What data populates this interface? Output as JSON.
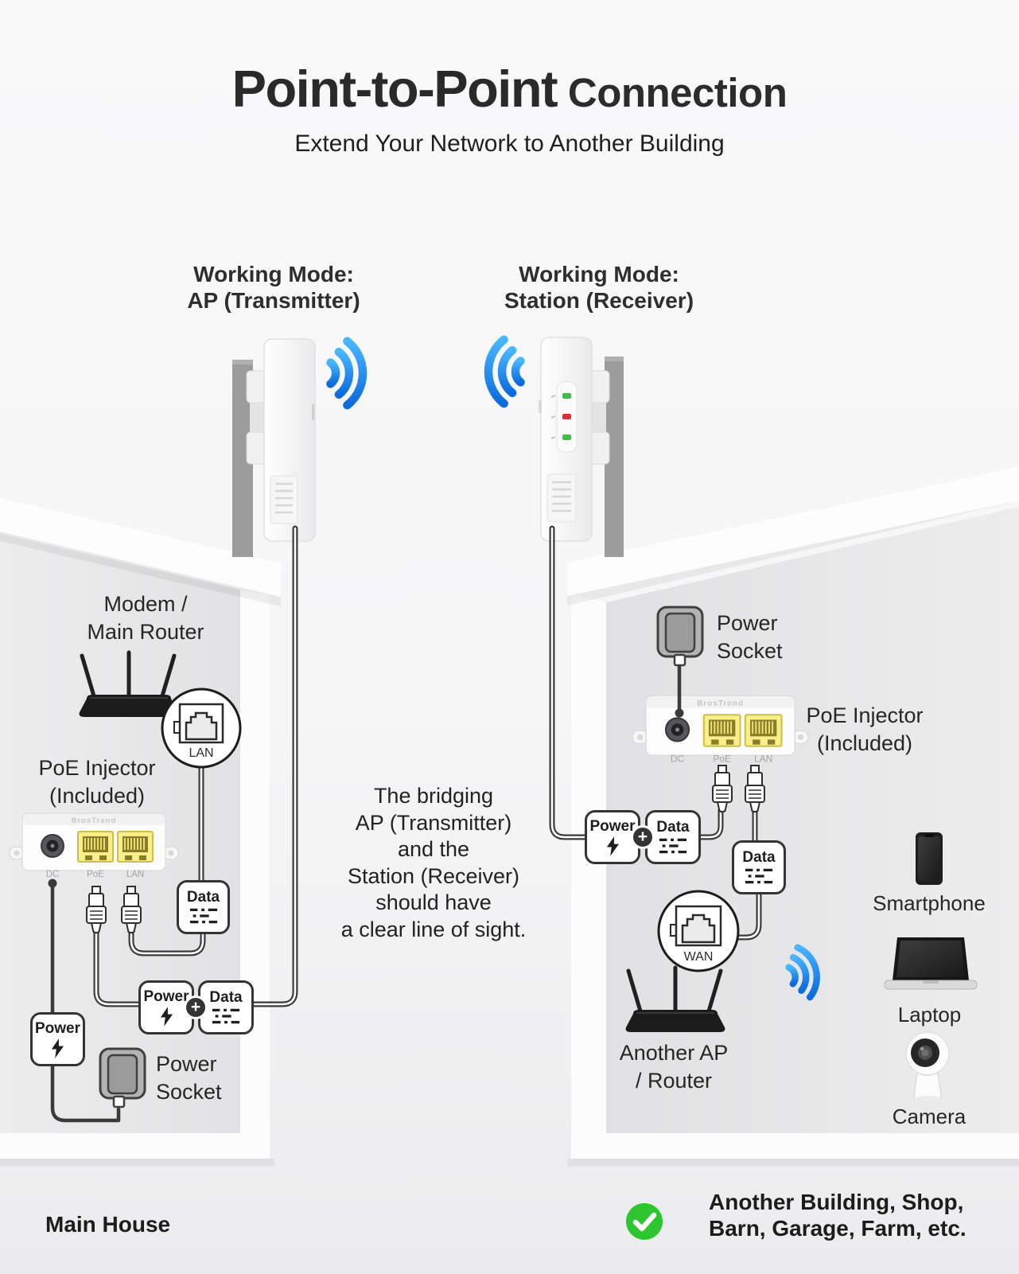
{
  "header": {
    "title_strong": "Point-to-Point",
    "title_light": " Connection",
    "subtitle": "Extend Your Network to Another Building"
  },
  "modes": {
    "ap": "Working Mode:\nAP (Transmitter)",
    "station": "Working Mode:\nStation (Receiver)"
  },
  "note": "The bridging\nAP (Transmitter)\nand the\nStation (Receiver)\nshould have\na clear line of sight.",
  "tags": {
    "power": "Power",
    "data": "Data",
    "plus": "+"
  },
  "injector": {
    "brand": "BrosTrend",
    "label": "PoE Injector\n(Included)",
    "dc": "DC",
    "poe": "PoE",
    "lan": "LAN"
  },
  "left_house": {
    "modem": "Modem /\nMain Router",
    "lan_circle": "LAN",
    "socket": "Power\nSocket",
    "caption": "Main House"
  },
  "right_house": {
    "socket": "Power\nSocket",
    "wan_circle": "WAN",
    "router": "Another AP\n/ Router",
    "smartphone": "Smartphone",
    "laptop": "Laptop",
    "camera": "Camera",
    "caption": "Another Building, Shop,\nBarn, Garage, Farm, etc."
  },
  "colors": {
    "wifi_blue": "#1d8ff0",
    "check_green": "#2ec62e",
    "port_yellow": "#f6ef8a",
    "wire_dark": "#3a3a3a"
  }
}
